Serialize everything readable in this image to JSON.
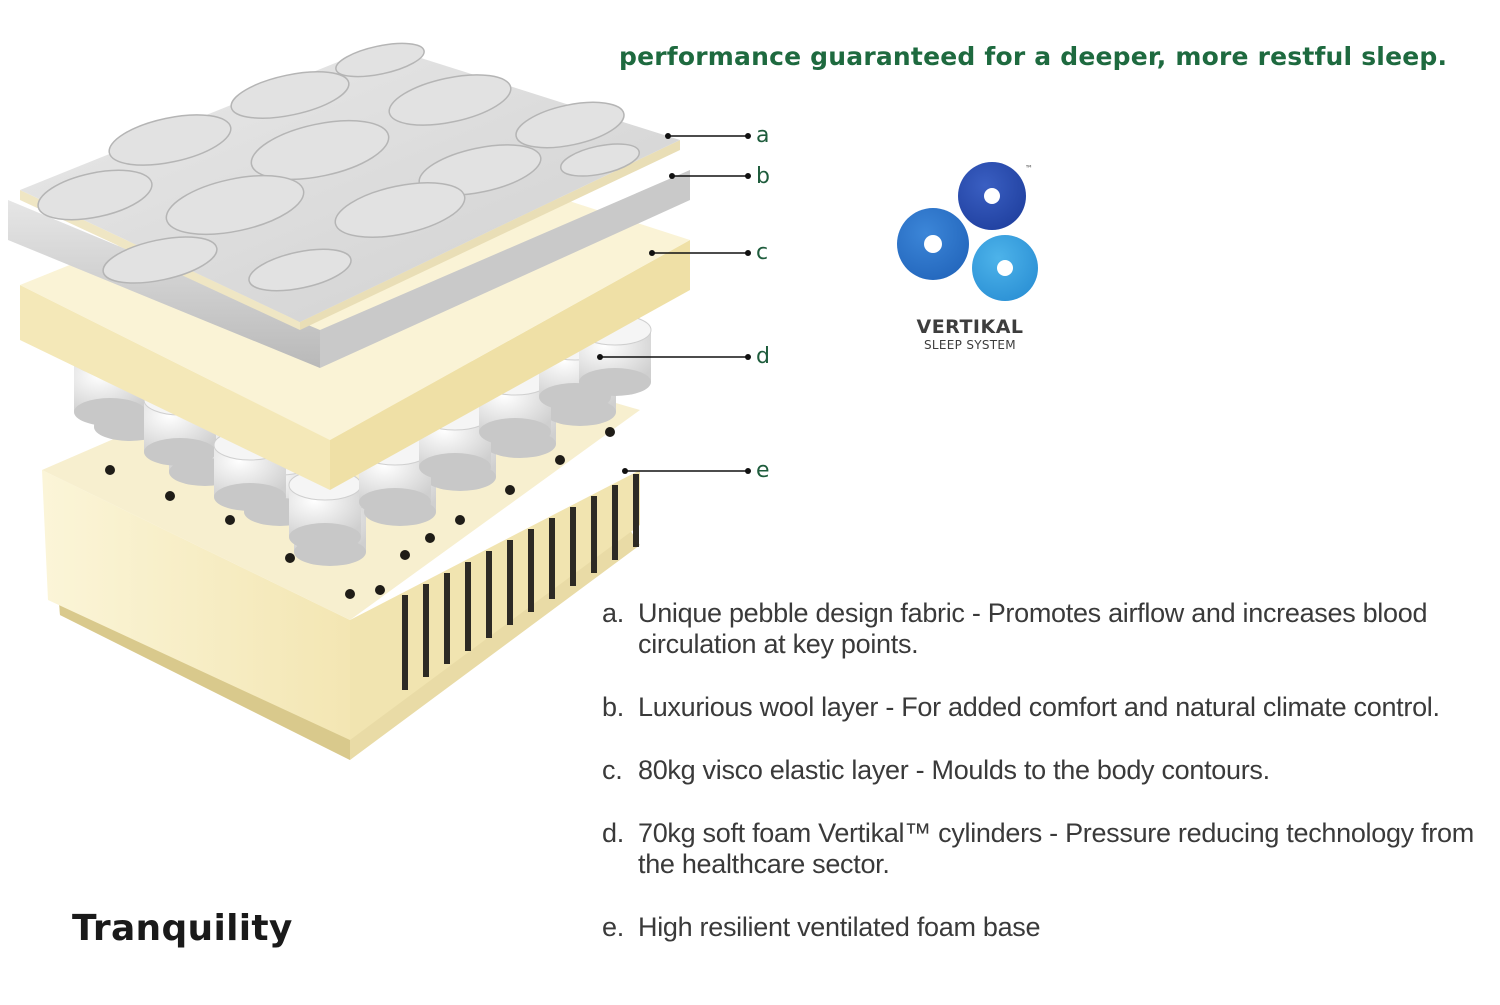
{
  "headline": "performance guaranteed for a deeper, more restful sleep.",
  "callouts": [
    "a",
    "b",
    "c",
    "d",
    "e"
  ],
  "logo": {
    "word": "VERTIKAL",
    "sub": "SLEEP SYSTEM",
    "tm": "™",
    "colors": {
      "dark": "#1f3f9e",
      "mid": "#2a6fc9",
      "light": "#2f9fe0"
    }
  },
  "features": [
    {
      "marker": "a.",
      "text": "Unique pebble design fabric - Promotes airflow and increases blood circulation at key points."
    },
    {
      "marker": "b.",
      "text": "Luxurious wool layer - For added comfort and natural climate control."
    },
    {
      "marker": "c.",
      "text": "80kg visco elastic layer - Moulds to the body contours."
    },
    {
      "marker": "d.",
      "text": "70kg soft foam Vertikal™ cylinders - Pressure reducing technology from the healthcare sector."
    },
    {
      "marker": "e.",
      "text": "High resilient ventilated foam base"
    }
  ],
  "product_name": "Tranquility",
  "colors": {
    "headline": "#1e6a3f",
    "foam": "#f7efc8",
    "fabric": "#dcdcdc"
  }
}
